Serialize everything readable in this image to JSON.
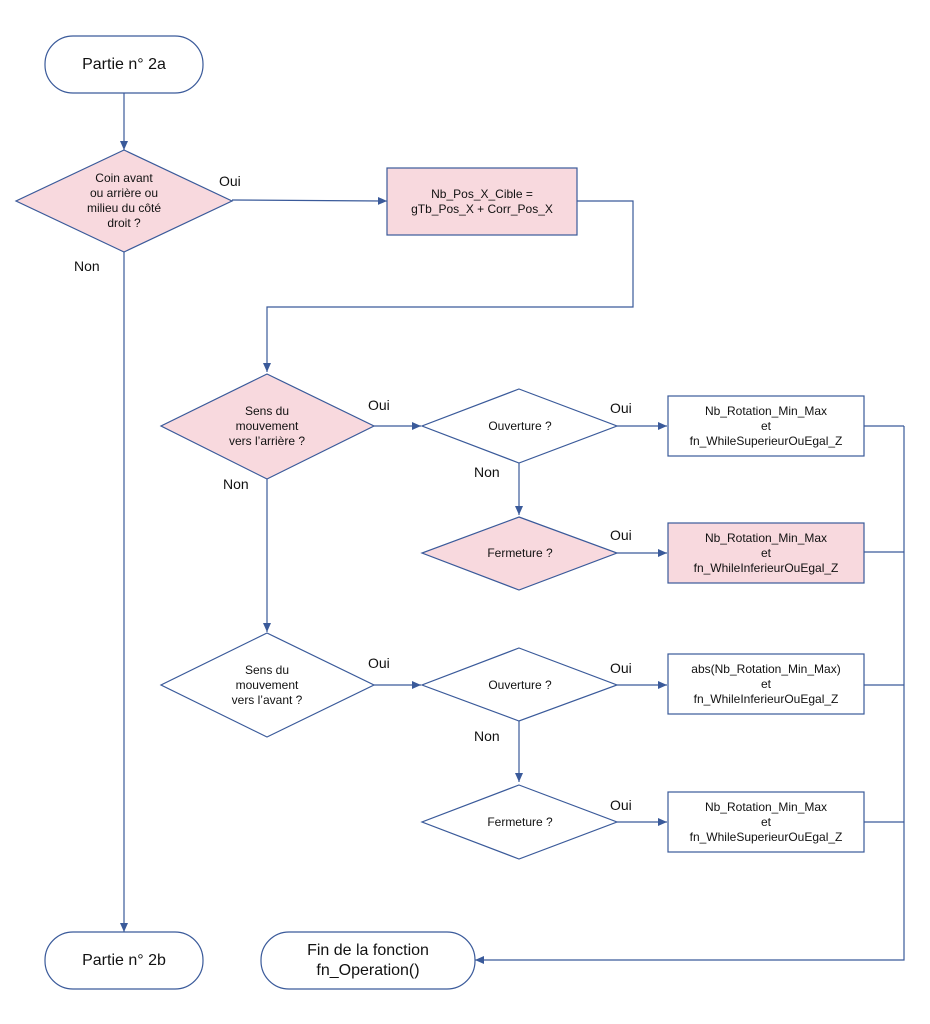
{
  "colors": {
    "stroke": "#3a5a9a",
    "decision_highlight": "#f8d9de",
    "default_fill": "#ffffff"
  },
  "nodes": {
    "start": "Partie n° 2a",
    "d_coin": "Coin avant\nou arrière ou\nmilieu du côté\ndroit ?",
    "p_cible": "Nb_Pos_X_Cible =\ngTb_Pos_X + Corr_Pos_X",
    "d_sens_arriere": "Sens du\nmouvement\nvers l’arrière ?",
    "d_ouv1": "Ouverture ?",
    "p_rot1": "Nb_Rotation_Min_Max\net\nfn_WhileSuperieurOuEgal_Z",
    "d_ferm1": "Fermeture ?",
    "p_rot2": "Nb_Rotation_Min_Max\net\nfn_WhileInferieurOuEgal_Z",
    "d_sens_avant": "Sens du\nmouvement\nvers l’avant ?",
    "d_ouv2": "Ouverture ?",
    "p_rot3": "abs(Nb_Rotation_Min_Max)\net\nfn_WhileInferieurOuEgal_Z",
    "d_ferm2": "Fermeture ?",
    "p_rot4": "Nb_Rotation_Min_Max\net\nfn_WhileSuperieurOuEgal_Z",
    "end_2b": "Partie n° 2b",
    "end_fin": "Fin de la fonction\nfn_Operation()"
  },
  "edge_labels": {
    "coin_oui": "Oui",
    "coin_non": "Non",
    "arriere_oui": "Oui",
    "arriere_non": "Non",
    "ouv1_oui": "Oui",
    "ouv1_non": "Non",
    "ferm1_oui": "Oui",
    "avant_oui": "Oui",
    "ouv2_oui": "Oui",
    "ouv2_non": "Non",
    "ferm2_oui": "Oui"
  }
}
